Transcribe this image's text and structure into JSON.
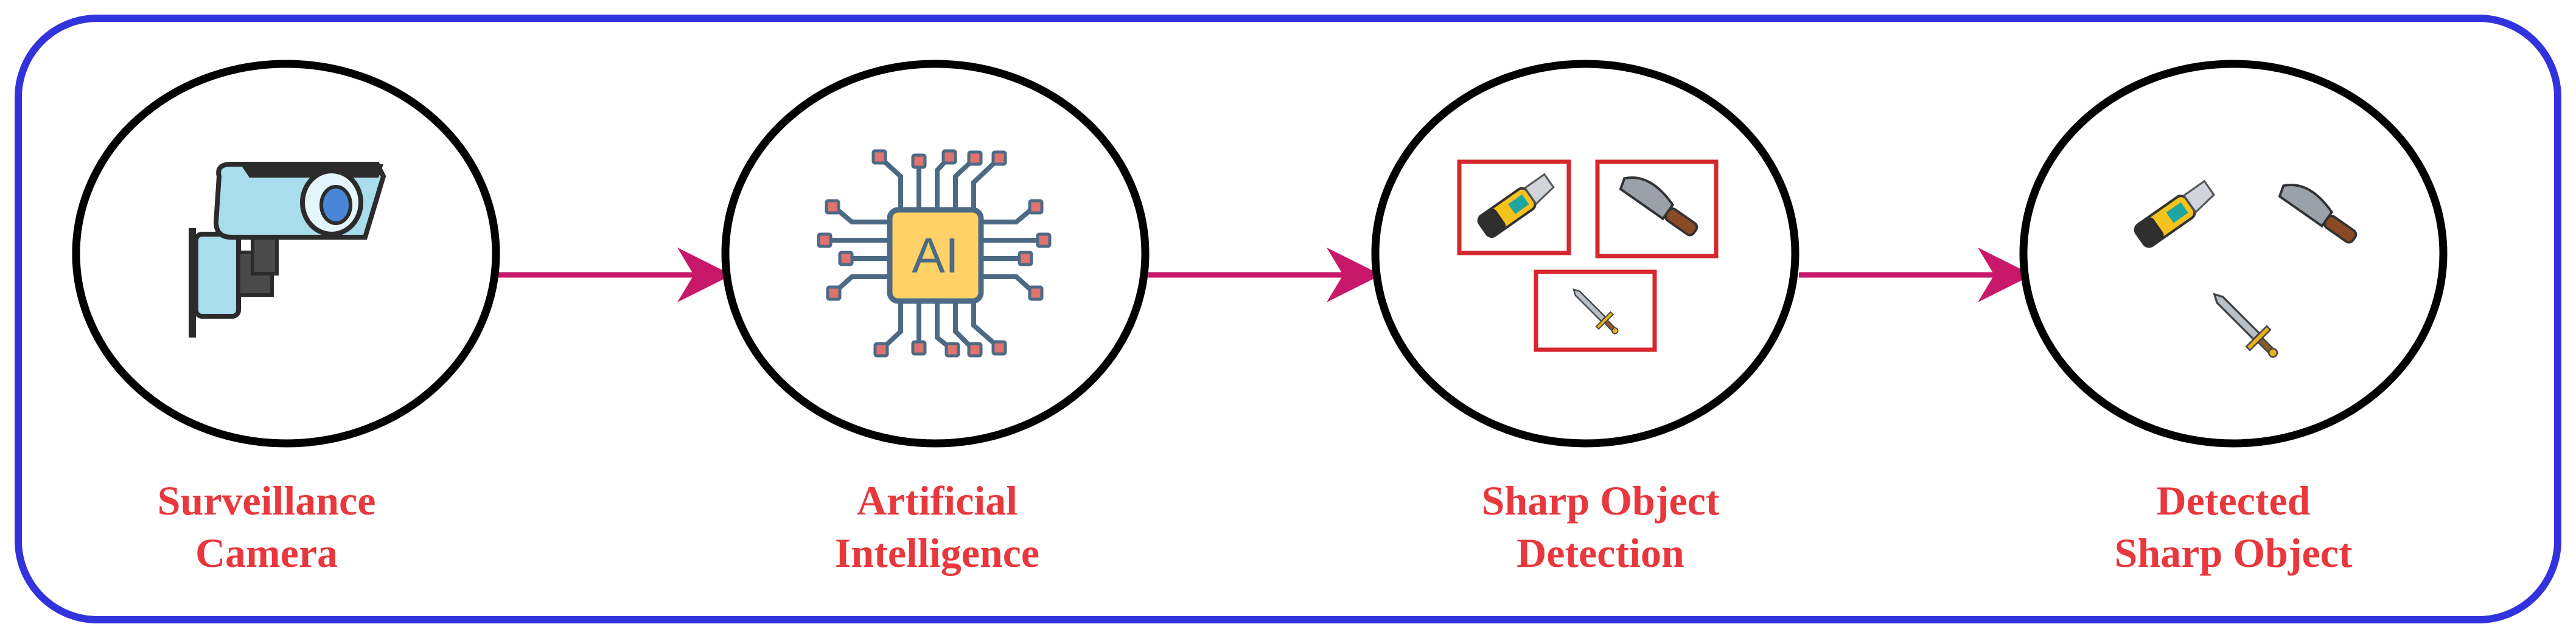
{
  "steps": [
    {
      "id": "surveillance-camera",
      "line1": "Surveillance",
      "line2": "Camera",
      "icon": "security-camera-icon"
    },
    {
      "id": "artificial-intelligence",
      "line1": "Artificial",
      "line2": "Intelligence",
      "icon": "ai-chip-icon",
      "chip_text": "AI"
    },
    {
      "id": "sharp-object-detection",
      "line1": "Sharp Object",
      "line2": "Detection",
      "icons": [
        "utility-knife-icon",
        "kitchen-knife-icon",
        "sword-icon"
      ]
    },
    {
      "id": "detected-sharp-object",
      "line1": "Detected",
      "line2": "Sharp Object",
      "icons": [
        "utility-knife-icon",
        "kitchen-knife-icon",
        "sword-icon"
      ]
    }
  ],
  "colors": {
    "frame": "#3333dd",
    "arrow": "#c8186a",
    "label": "#e8383d",
    "detection_box": "#d6262e",
    "circle": "#000000"
  }
}
